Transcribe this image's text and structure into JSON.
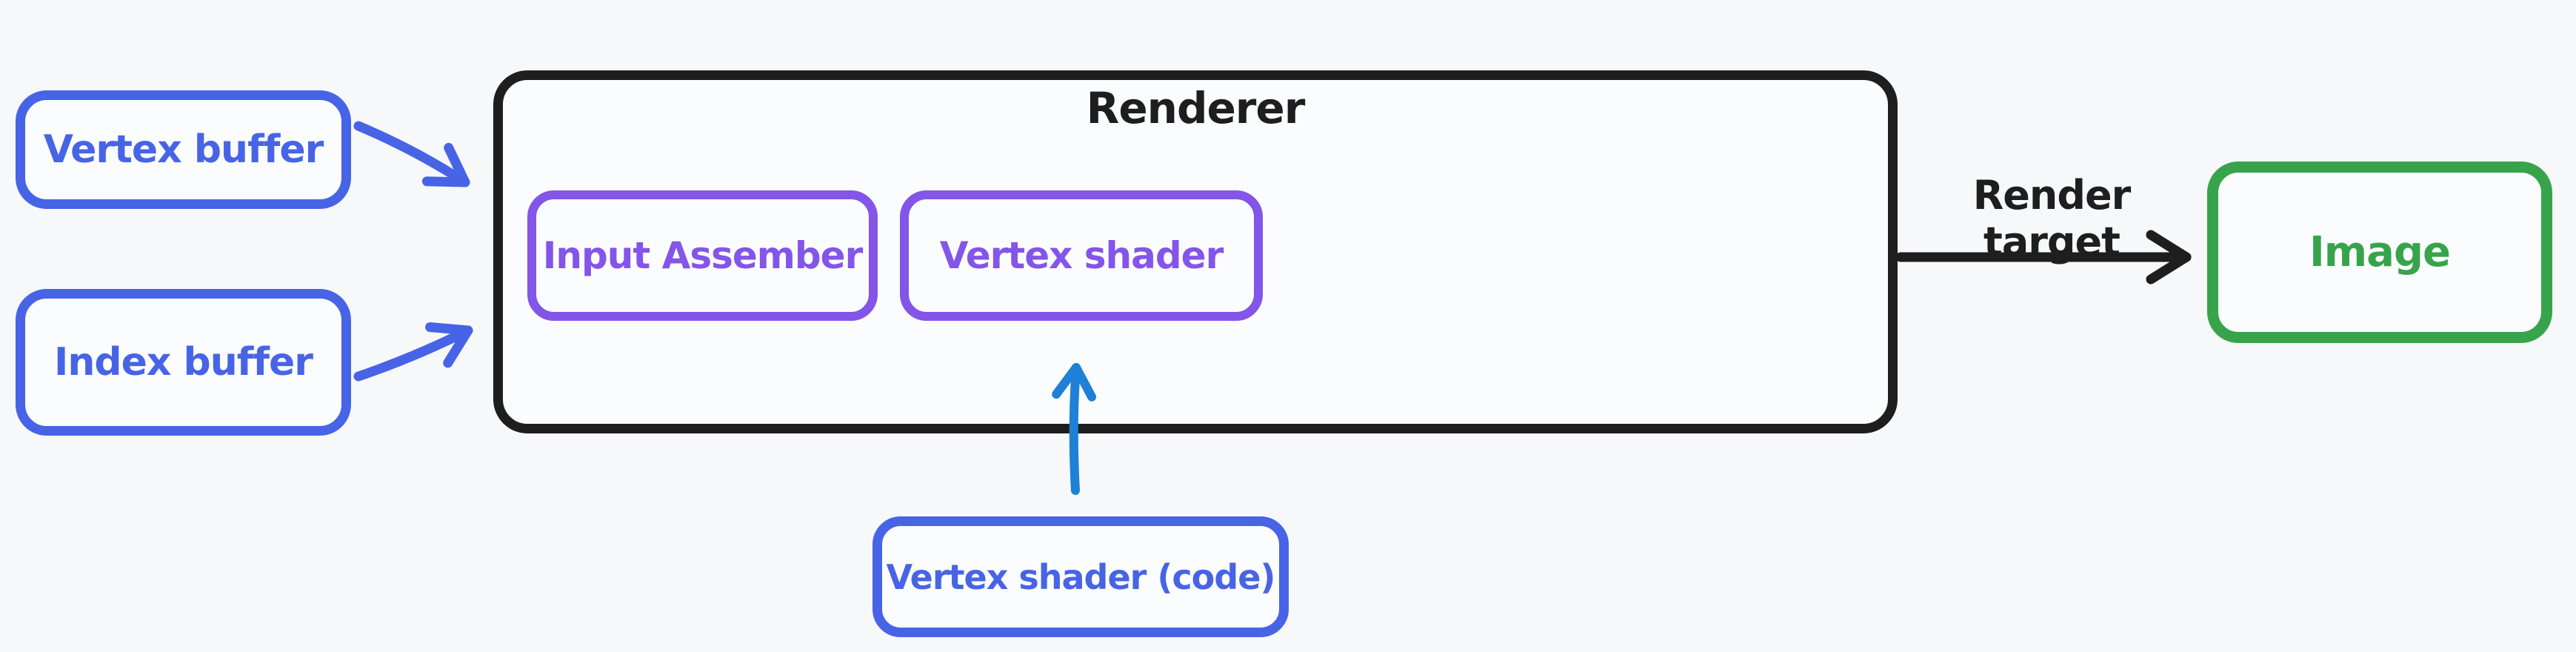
{
  "canvas": {
    "background_color": "#f7f8fa",
    "style": "hand-drawn whiteboard diagram"
  },
  "nodes": {
    "vertex_buffer": {
      "label": "Vertex buffer",
      "color": "#4764e6"
    },
    "index_buffer": {
      "label": "Index buffer",
      "color": "#4764e6"
    },
    "renderer": {
      "label": "Renderer",
      "color": "#1e1e1e"
    },
    "input_assembler": {
      "label": "Input Assember",
      "color": "#8355e8"
    },
    "vertex_shader": {
      "label": "Vertex shader",
      "color": "#8355e8"
    },
    "vertex_shader_code": {
      "label": "Vertex shader (code)",
      "color": "#4764e6"
    },
    "image": {
      "label": "Image",
      "color": "#37a44c"
    }
  },
  "edges": {
    "vertex_buffer_to_renderer": {
      "label": "",
      "color": "#4764e6"
    },
    "index_buffer_to_renderer": {
      "label": "",
      "color": "#4764e6"
    },
    "renderer_to_image": {
      "label": "Render target",
      "color": "#1e1e1e"
    },
    "shader_code_to_vertex_shader": {
      "label": "",
      "color": "#1e80d6"
    }
  }
}
